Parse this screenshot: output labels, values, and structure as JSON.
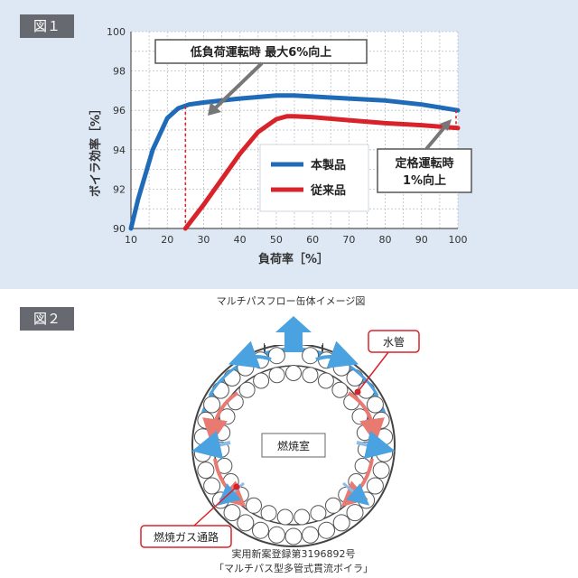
{
  "figure1": {
    "label": "図１",
    "chart_data": {
      "type": "line",
      "xlabel": "負荷率［%］",
      "ylabel": "ボイラ効率［%］",
      "xlim": [
        10,
        100
      ],
      "ylim": [
        90,
        100
      ],
      "xticks": [
        "10",
        "20",
        "30",
        "40",
        "50",
        "60",
        "70",
        "80",
        "90",
        "100"
      ],
      "yticks": [
        "90",
        "92",
        "94",
        "96",
        "98",
        "100"
      ],
      "grid": true,
      "legend_position": "center-right",
      "series": [
        {
          "name": "本製品",
          "color": "#1f6bb8",
          "x": [
            10,
            12,
            16,
            20,
            23,
            26,
            30,
            40,
            50,
            55,
            60,
            70,
            80,
            90,
            100
          ],
          "y": [
            90,
            91.5,
            94,
            95.6,
            96.1,
            96.3,
            96.4,
            96.6,
            96.75,
            96.75,
            96.7,
            96.6,
            96.5,
            96.3,
            96.0
          ]
        },
        {
          "name": "従来品",
          "color": "#d8232a",
          "x": [
            25,
            30,
            35,
            40,
            45,
            50,
            53,
            55,
            60,
            70,
            80,
            90,
            100
          ],
          "y": [
            90,
            91.2,
            92.5,
            93.8,
            94.9,
            95.55,
            95.7,
            95.7,
            95.65,
            95.5,
            95.35,
            95.25,
            95.1
          ]
        }
      ],
      "annotations": [
        {
          "text": "低負荷運転時  最大6%向上"
        },
        {
          "text_lines": [
            "定格運転時",
            "1%向上"
          ]
        }
      ]
    }
  },
  "figure2": {
    "label": "図２",
    "title": "マルチパスフロー缶体イメージ図",
    "labels": {
      "water_tube": "水管",
      "combustion_chamber": "燃焼室",
      "gas_passage": "燃焼ガス通路"
    },
    "caption_lines": [
      "実用新案登録第3196892号",
      "「マルチパス型多管式貫流ボイラ」"
    ]
  },
  "colors": {
    "panel_bg": "#dde8f4",
    "label_bg": "#666a70",
    "blue": "#1f6bb8",
    "red": "#d8232a",
    "light_blue": "#4aa2e0",
    "salmon": "#e87a72"
  }
}
